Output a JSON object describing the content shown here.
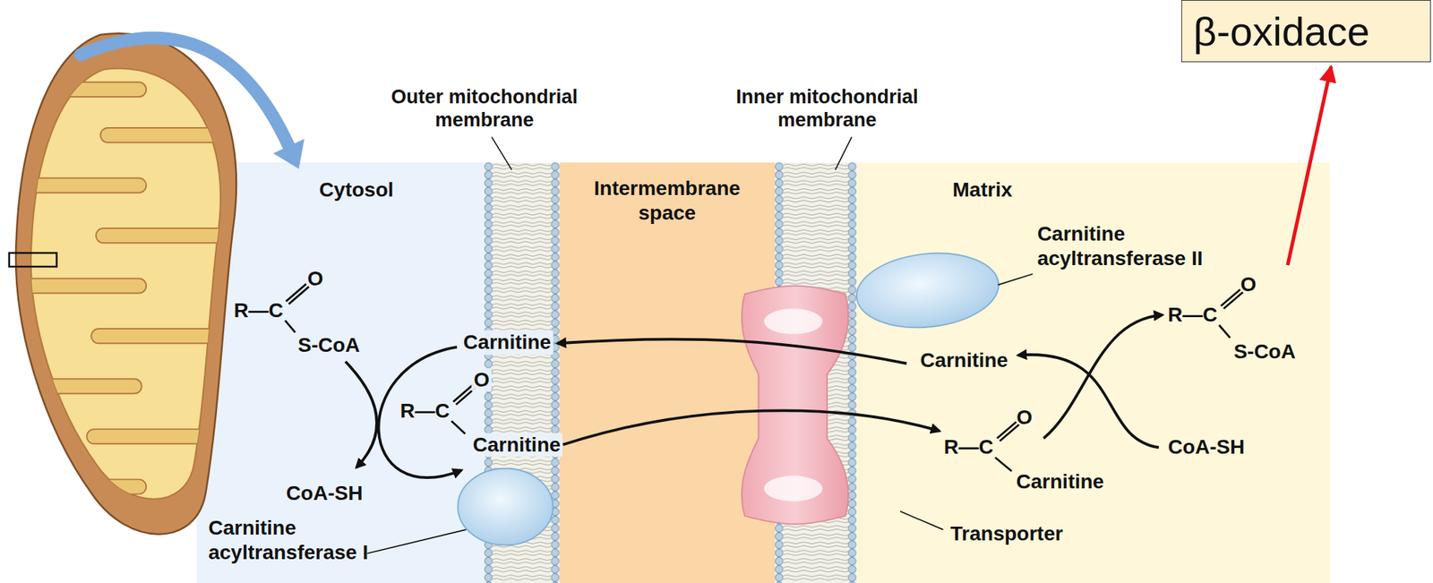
{
  "diagram": {
    "nodes": [
      {
        "text": [
          "Cytosol"
        ]
      },
      {
        "text": [
          "Intermembrane space"
        ]
      },
      {
        "text": [
          "Matrix"
        ]
      },
      {
        "text": [
          "O",
          "R—C",
          "S-CoA"
        ],
        "in": 2
      },
      {
        "text": [
          "β-oxidace"
        ]
      }
    ],
    "edges": [
      {
        "from": 3,
        "to": 4,
        "arrow": "to"
      }
    ],
    "labels": [
      "Outer mitochondrial membrane",
      "Inner mitochondrial membrane",
      "O",
      "R—C",
      "S-CoA",
      "CoA-SH",
      "Carnitine",
      "O",
      "R—C",
      "Carnitine",
      "Carnitine acyltransferase I",
      "Carnitine acyltransferase II",
      "Carnitine",
      "O",
      "R—C",
      "Carnitine",
      "CoA-SH",
      "Transporter"
    ]
  }
}
